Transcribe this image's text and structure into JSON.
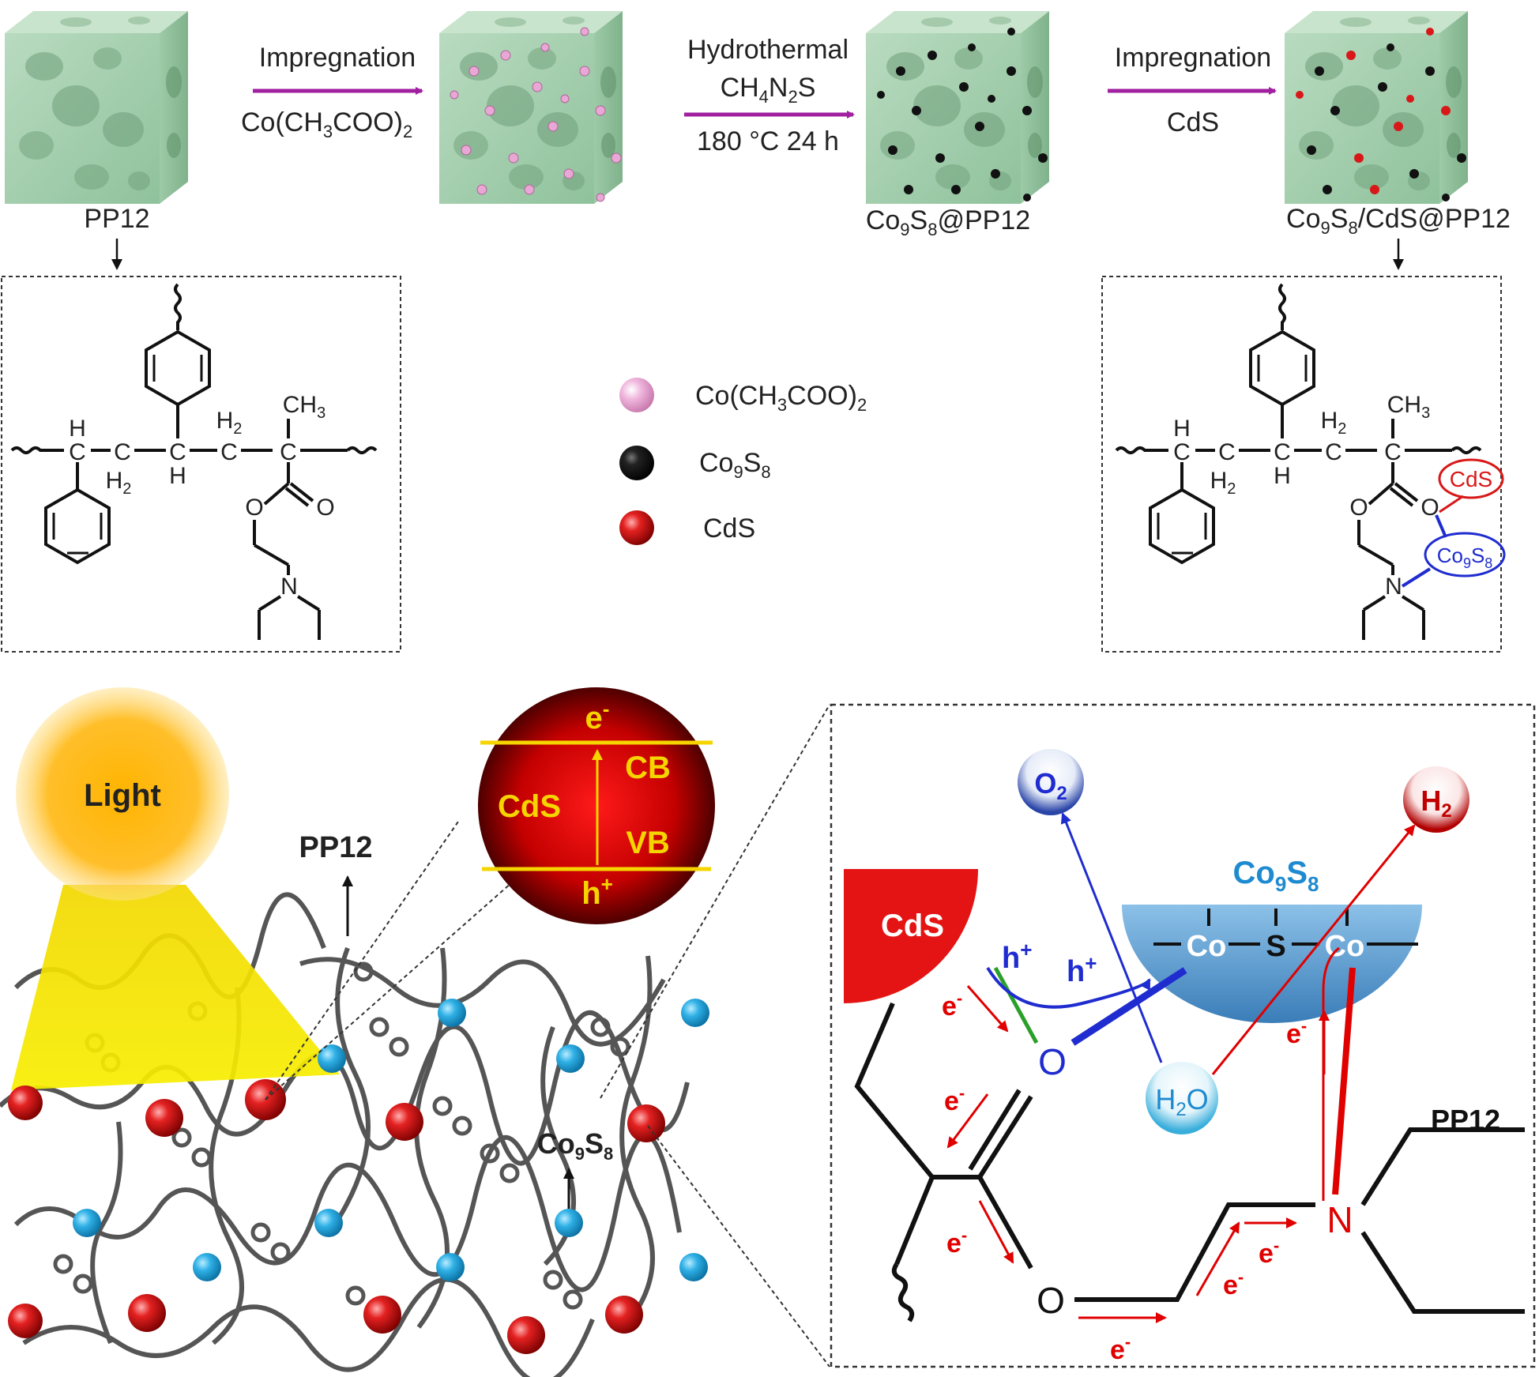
{
  "steps": {
    "step1_top": "Impregnation",
    "step1_bottom_main": "Co(CH",
    "step1_bottom_sub1": "3",
    "step1_bottom_rest": "COO)",
    "step1_bottom_sub2": "2",
    "step2_top": "Hydrothermal",
    "step2_mid_a": "CH",
    "step2_mid_sub1": "4",
    "step2_mid_b": "N",
    "step2_mid_sub2": "2",
    "step2_mid_c": "S",
    "step2_bottom": "180 °C 24 h",
    "step3_top": "Impregnation",
    "step3_bottom": "CdS"
  },
  "materials": {
    "pp12": "PP12",
    "co9s8_pp12_a": "Co",
    "co9s8_pp12_sub1": "9",
    "co9s8_pp12_b": "S",
    "co9s8_pp12_sub2": "8",
    "co9s8_pp12_c": "@PP12",
    "composite_a": "Co",
    "composite_sub1": "9",
    "composite_b": "S",
    "composite_sub2": "8",
    "composite_c": "/CdS@PP12"
  },
  "legend": {
    "item1_a": "Co(CH",
    "item1_sub1": "3",
    "item1_b": "COO)",
    "item1_sub2": "2",
    "item2_a": "Co",
    "item2_sub1": "9",
    "item2_b": "S",
    "item2_sub2": "8",
    "item3": "CdS",
    "colors": {
      "co_acetate": "#e8a7d4",
      "co9s8": "#111111",
      "cds": "#d81818"
    }
  },
  "structure": {
    "h": "H",
    "c": "C",
    "h2": "H",
    "sub2": "2",
    "ch3_a": "CH",
    "ch3_sub": "3",
    "o": "O",
    "n": "N",
    "cds_tag": "CdS",
    "co9s8_tag_a": "Co",
    "co9s8_tag_sub1": "9",
    "co9s8_tag_b": "S",
    "co9s8_tag_sub2": "8"
  },
  "mechanism": {
    "light": "Light",
    "pp12": "PP12",
    "co9s8_a": "Co",
    "co9s8_sub1": "9",
    "co9s8_b": "S",
    "co9s8_sub2": "8",
    "band": {
      "e": "e",
      "e_sup": "-",
      "cb": "CB",
      "cds": "CdS",
      "vb": "VB",
      "h": "h",
      "h_sup": "+"
    },
    "zoom": {
      "cds": "CdS",
      "o2_a": "O",
      "o2_sub": "2",
      "h2_a": "H",
      "h2_sub": "2",
      "h2o_a": "H",
      "h2o_sub": "2",
      "h2o_b": "O",
      "co": "Co",
      "s": "S",
      "o": "O",
      "n": "N",
      "pp12": "PP12",
      "hplus": "h",
      "plus": "+",
      "eminus": "e",
      "minus": "-"
    }
  }
}
